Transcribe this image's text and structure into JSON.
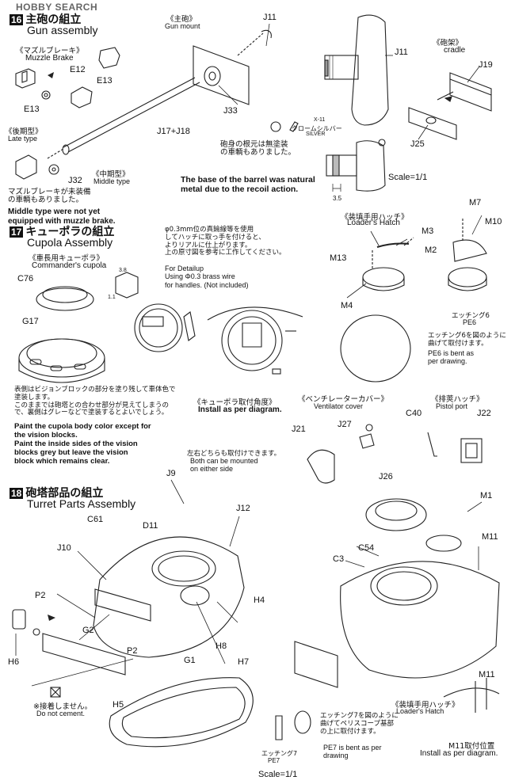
{
  "watermark": "HOBBY SEARCH",
  "step16": {
    "number": "16",
    "title_jp": "主砲の組立",
    "title_en": "Gun assembly",
    "muzzle_brake_jp": "《マズルブレーキ》",
    "muzzle_brake_en": "Muzzle Brake",
    "gun_mount_jp": "《主砲》",
    "gun_mount_en": "Gun mount",
    "cradle_jp": "《砲架》",
    "cradle_en": "cradle",
    "late_type_jp": "《後期型》",
    "late_type_en": "Late type",
    "middle_type_jp": "《中期型》",
    "middle_type_en": "Middle type",
    "muzzle_note_jp": "マズルブレーキが未装備\nの車輌もありました。",
    "muzzle_note_en": "Middle type were not yet\nequipped with muzzle brake.",
    "silver_code": "X-11",
    "silver_jp": "クロームシルバー",
    "silver_en": "SILVER",
    "natural_note_jp": "砲身の根元は無塗装\nの車輌もありました。",
    "natural_note_en": "The base of the barrel was natural\nmetal due to the recoil action.",
    "dim": "3.5",
    "scale": "Scale=1/1",
    "parts": [
      "J11",
      "E12",
      "E13",
      "E13",
      "J33",
      "J11",
      "J19",
      "J25",
      "J17+J18",
      "J32"
    ]
  },
  "step17": {
    "number": "17",
    "title_jp": "キューポラの組立",
    "title_en": "Cupola Assembly",
    "commander_jp": "《車長用キューポラ》",
    "commander_en": "Commander's cupola",
    "detail_jp": "φ0.3mm位の真鍮線等を使用\nしてハッチに取っ手を付けると、\nよりリアルに仕上がります。\n上の原寸図を参考に工作してください。",
    "detail_en": "For Detailup\nUsing Φ0.3 brass wire\nfor handles. (Not included)",
    "dim_a": "3.8",
    "dim_b": "1.1",
    "paint_jp": "表側はビジョンブロックの部分を塗り残して車体色で\n塗装します。\nこのままでは砲塔との合わせ部分が見えてしまうの\nで、裏側はグレーなどで塗装するとよいでしょう。",
    "paint_en": "Paint the cupola body color except for\nthe vision blocks.\nPaint the inside sides of the vision\nblocks grey but leave the vision\nblock which remains clear.",
    "angle_jp": "《キューポラ取付角度》",
    "angle_en": "Install as per diagram.",
    "loader_jp": "《装填手用ハッチ》",
    "loader_en": "Loader's Hatch",
    "etching6_jp": "エッチング6",
    "etching6_code": "PE6",
    "etching6_note_jp": "エッチング6を図のように\n曲げて取付けます。",
    "etching6_note_en": "PE6 is bent as\nper drawing.",
    "vent_jp": "《ベンチレーターカバー》",
    "vent_en": "Ventilator cover",
    "pistol_jp": "《排莢ハッチ》",
    "pistol_en": "Pistol port",
    "parts": [
      "C76",
      "G17",
      "M7",
      "M10",
      "M3",
      "M2",
      "M13",
      "M4",
      "C40",
      "J22",
      "J27",
      "J21",
      "J26"
    ]
  },
  "step18": {
    "number": "18",
    "title_jp": "砲塔部品の組立",
    "title_en": "Turret Parts Assembly",
    "mount_note_jp": "左右どちらも取付けできます。",
    "mount_note_en": "Both can be mounted\non either side",
    "no_cement_jp": "※接着しません。",
    "no_cement_en": "Do not cement.",
    "etching7_note_jp": "エッチング7を図のように\n曲げてペリスコープ基部\nの上に取付けます。",
    "etching7_note_en": "PE7 is bent as per\ndrawing",
    "etching7_jp": "エッチング7",
    "etching7_code": "PE7",
    "loader_jp": "《装填手用ハッチ》",
    "loader_en": "Loader's Hatch",
    "m11_jp": "M11取付位置",
    "m11_en": "Install as per diagram.",
    "scale": "Scale=1/1",
    "parts": [
      "J9",
      "C61",
      "D11",
      "J12",
      "J10",
      "P2",
      "H4",
      "G2",
      "P2",
      "G1",
      "H8",
      "H6",
      "H7",
      "H5",
      "M1",
      "M11",
      "C54",
      "C3",
      "M11"
    ]
  }
}
